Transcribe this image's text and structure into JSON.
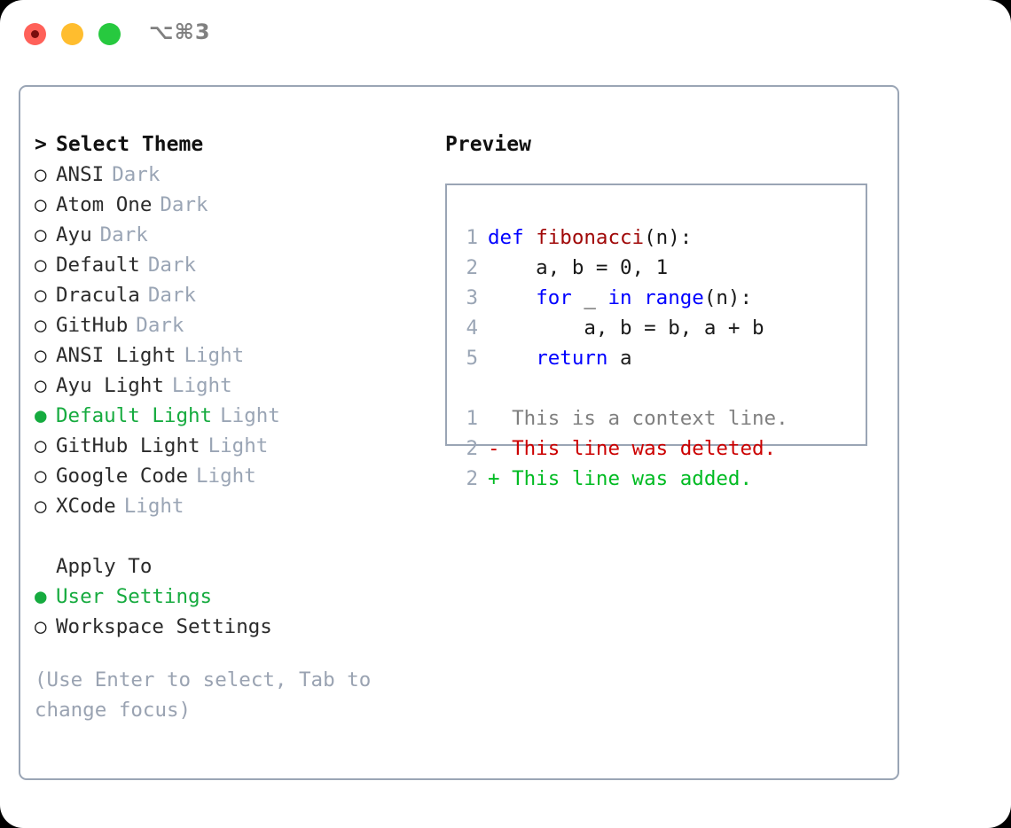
{
  "titlebar": {
    "shortcut": "⌥⌘3",
    "lights": [
      "close",
      "minimize",
      "maximize"
    ]
  },
  "theme_picker": {
    "header": {
      "prompt": ">",
      "title": "Select Theme"
    },
    "items": [
      {
        "marker": "○",
        "label": "ANSI",
        "mode": "Dark",
        "selected": false
      },
      {
        "marker": "○",
        "label": "Atom One",
        "mode": "Dark",
        "selected": false
      },
      {
        "marker": "○",
        "label": "Ayu",
        "mode": "Dark",
        "selected": false
      },
      {
        "marker": "○",
        "label": "Default",
        "mode": "Dark",
        "selected": false
      },
      {
        "marker": "○",
        "label": "Dracula",
        "mode": "Dark",
        "selected": false
      },
      {
        "marker": "○",
        "label": "GitHub",
        "mode": "Dark",
        "selected": false
      },
      {
        "marker": "○",
        "label": "ANSI Light",
        "mode": "Light",
        "selected": false
      },
      {
        "marker": "○",
        "label": "Ayu Light",
        "mode": "Light",
        "selected": false
      },
      {
        "marker": "●",
        "label": "Default Light",
        "mode": "Light",
        "selected": true
      },
      {
        "marker": "○",
        "label": "GitHub Light",
        "mode": "Light",
        "selected": false
      },
      {
        "marker": "○",
        "label": "Google Code",
        "mode": "Light",
        "selected": false
      },
      {
        "marker": "○",
        "label": "XCode",
        "mode": "Light",
        "selected": false
      }
    ]
  },
  "apply_to": {
    "title": "Apply To",
    "items": [
      {
        "marker": "●",
        "label": "User Settings",
        "selected": true
      },
      {
        "marker": "○",
        "label": "Workspace Settings",
        "selected": false
      }
    ]
  },
  "hint": "(Use Enter to select, Tab to change focus)",
  "preview": {
    "title": "Preview",
    "code_lines": [
      {
        "no": "1",
        "tokens": [
          {
            "t": "def",
            "c": "kw"
          },
          {
            "t": " ",
            "c": "pln"
          },
          {
            "t": "fibonacci",
            "c": "fn"
          },
          {
            "t": "(n):",
            "c": "pln"
          }
        ]
      },
      {
        "no": "2",
        "tokens": [
          {
            "t": "    a, b = 0, 1",
            "c": "pln"
          }
        ]
      },
      {
        "no": "3",
        "tokens": [
          {
            "t": "    ",
            "c": "pln"
          },
          {
            "t": "for",
            "c": "kw"
          },
          {
            "t": " _ ",
            "c": "pln"
          },
          {
            "t": "in",
            "c": "kw"
          },
          {
            "t": " ",
            "c": "pln"
          },
          {
            "t": "range",
            "c": "kw"
          },
          {
            "t": "(n):",
            "c": "pln"
          }
        ]
      },
      {
        "no": "4",
        "tokens": [
          {
            "t": "        a, b = b, a + b",
            "c": "pln"
          }
        ]
      },
      {
        "no": "5",
        "tokens": [
          {
            "t": "    ",
            "c": "pln"
          },
          {
            "t": "return",
            "c": "kw"
          },
          {
            "t": " a",
            "c": "pln"
          }
        ]
      }
    ],
    "diff_lines": [
      {
        "no": "1",
        "sign": " ",
        "text": " This is a context line.",
        "kind": "ctx"
      },
      {
        "no": "2",
        "sign": "-",
        "text": " This line was deleted.",
        "kind": "del"
      },
      {
        "no": "2",
        "sign": "+",
        "text": " This line was added.",
        "kind": "add"
      }
    ]
  },
  "colors": {
    "accent_green": "#16ab3f",
    "muted": "#9aa5b5",
    "border": "#9aa5b5",
    "keyword_blue": "#0000ff",
    "function_red": "#a00808",
    "diff_delete": "#cc0000",
    "diff_add": "#00bb22",
    "light_red": "#ff6159",
    "light_amber": "#ffbd2e",
    "light_green": "#27c93f"
  }
}
